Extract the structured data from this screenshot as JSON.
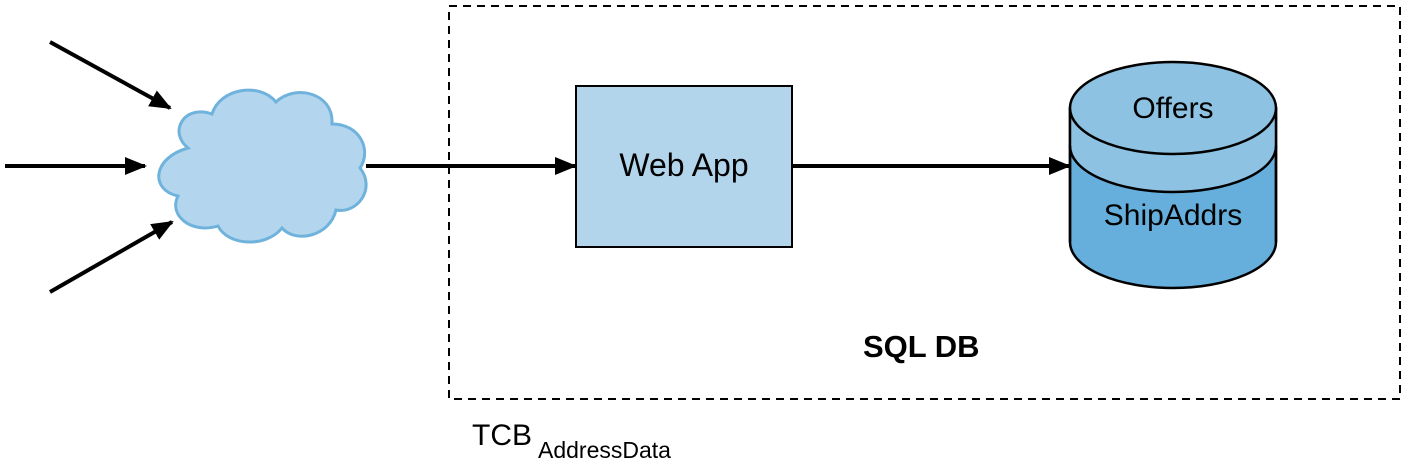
{
  "diagram": {
    "web_app": "Web App",
    "db_top": "Offers",
    "db_bottom": "ShipAddrs",
    "db_name": "SQL DB",
    "boundary_label": "TCB",
    "boundary_subscript": "AddressData"
  },
  "colors": {
    "cloud_fill": "#b3d6ee",
    "cloud_stroke": "#6fb2dc",
    "box_fill": "#b2d5ec",
    "db_top_fill": "#8ec2e2",
    "db_body_fill": "#66aedb",
    "line": "#000000"
  }
}
